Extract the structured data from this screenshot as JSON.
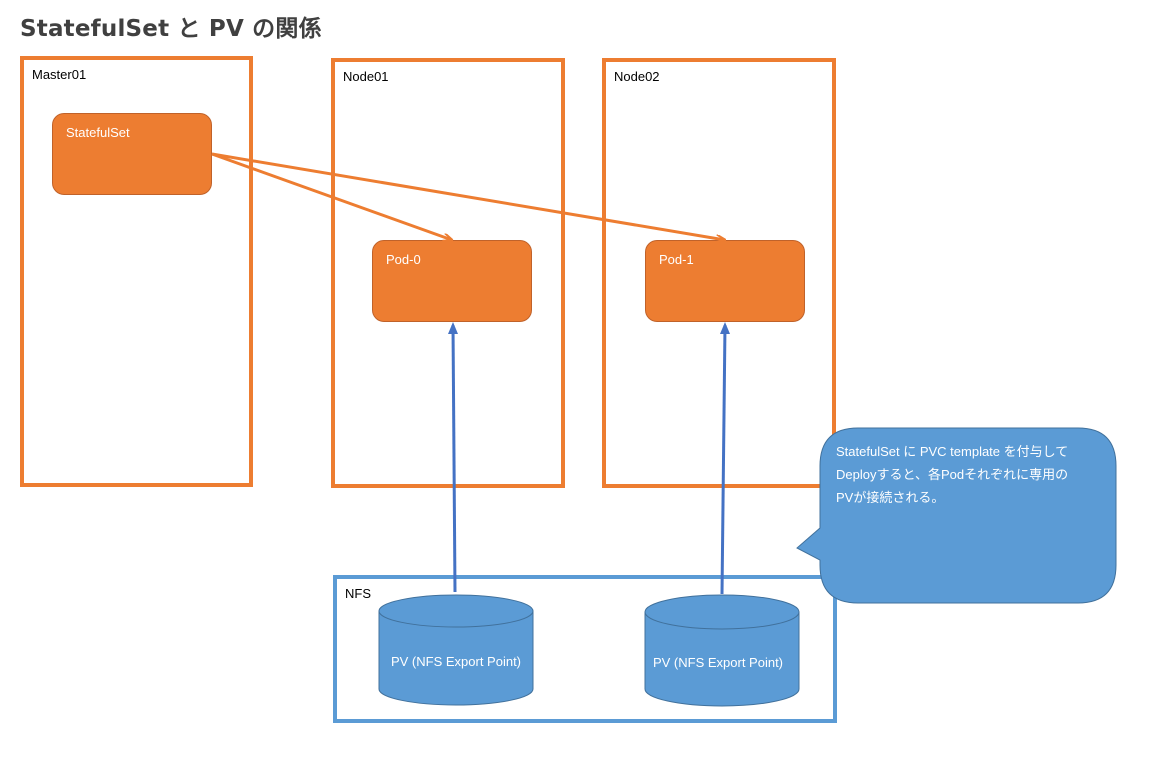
{
  "title": "StatefulSet と PV の関係",
  "colors": {
    "orange": "#ED7D31",
    "blue": "#5B9BD5",
    "arrow_orange": "#ED7D31",
    "arrow_blue": "#4472C4"
  },
  "nodes": {
    "master": {
      "label": "Master01",
      "component": "StatefulSet"
    },
    "node01": {
      "label": "Node01",
      "pod": "Pod-0"
    },
    "node02": {
      "label": "Node02",
      "pod": "Pod-1"
    },
    "nfs": {
      "label": "NFS",
      "pv_left": "PV (NFS Export Point)",
      "pv_right": "PV (NFS Export Point)"
    }
  },
  "callout": {
    "lines": [
      "StatefulSet に PVC template を付与して",
      "Deployすると、各Podそれぞれに専用の",
      "PVが接続される。"
    ]
  }
}
